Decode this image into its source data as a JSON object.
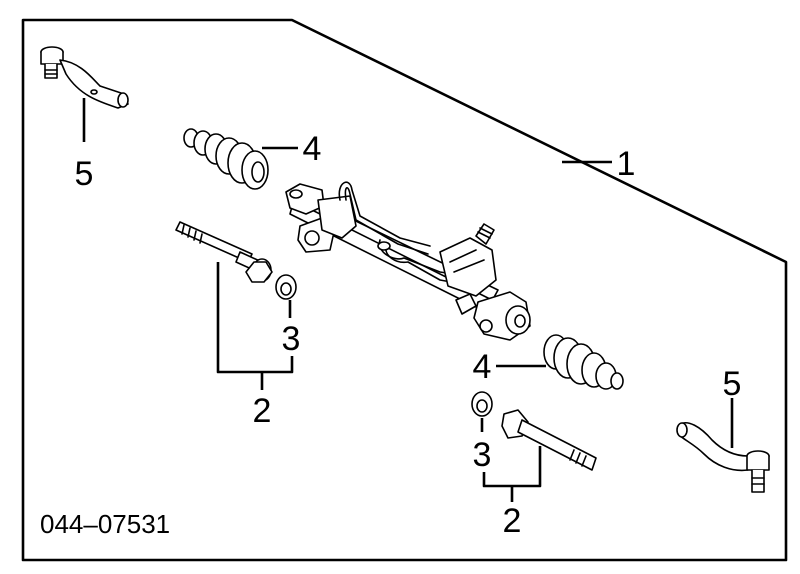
{
  "diagram": {
    "part_number": "044–07531",
    "callouts": {
      "rack_assembly": "1",
      "tie_rod_left": "2",
      "tie_rod_right": "2",
      "lock_washer_left": "3",
      "lock_washer_right": "3",
      "boot_left": "4",
      "boot_right": "4",
      "tie_rod_end_left": "5",
      "tie_rod_end_right": "5"
    }
  }
}
